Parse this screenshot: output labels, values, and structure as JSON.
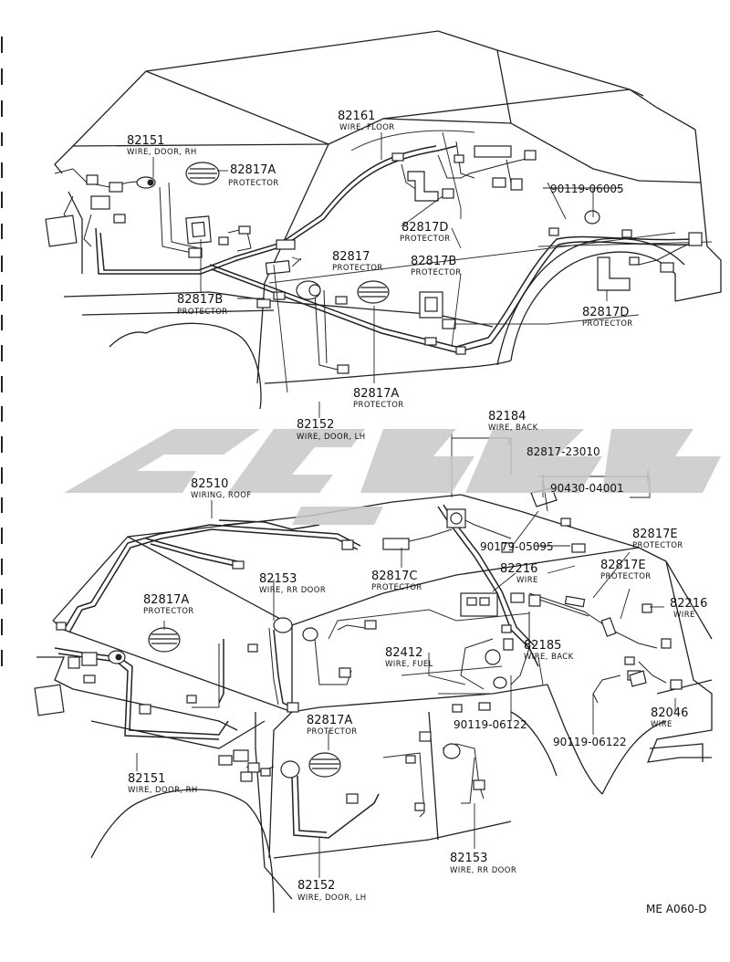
{
  "upper": {
    "p82161": {
      "num": "82161",
      "desc": "WIRE, FLOOR"
    },
    "p82151": {
      "num": "82151",
      "desc": "WIRE, DOOR, RH"
    },
    "p82817A_1": {
      "num": "82817A",
      "desc": "PROTECTOR"
    },
    "p90119_06005": {
      "num": "90119-06005"
    },
    "p82817D_1": {
      "num": "82817D",
      "desc": "PROTECTOR"
    },
    "p82817": {
      "num": "82817",
      "desc": "PROTECTOR"
    },
    "p82817B_1": {
      "num": "82817B",
      "desc": "PROTECTOR"
    },
    "p82817B_2": {
      "num": "82817B",
      "desc": "PROTECTOR"
    },
    "p82817D_2": {
      "num": "82817D",
      "desc": "PROTECTOR"
    },
    "p82817A_2": {
      "num": "82817A",
      "desc": "PROTECTOR"
    },
    "p82152": {
      "num": "82152",
      "desc": "WIRE, DOOR, LH"
    }
  },
  "lower": {
    "p82184": {
      "num": "82184",
      "desc": "WIRE, BACK"
    },
    "p82817_23010": {
      "num": "82817-23010"
    },
    "p90430_04001": {
      "num": "90430-04001"
    },
    "p82510": {
      "num": "82510",
      "desc": "WIRING, ROOF"
    },
    "p90179_05095": {
      "num": "90179-05095"
    },
    "p82817E_1": {
      "num": "82817E",
      "desc": "PROTECTOR"
    },
    "p82817C": {
      "num": "82817C",
      "desc": "PROTECTOR"
    },
    "p82216_1": {
      "num": "82216",
      "desc": "WIRE"
    },
    "p82817E_2": {
      "num": "82817E",
      "desc": "PROTECTOR"
    },
    "p82153_1": {
      "num": "82153",
      "desc": "WIRE, RR DOOR"
    },
    "p82817A_3": {
      "num": "82817A",
      "desc": "PROTECTOR"
    },
    "p82216_2": {
      "num": "82216",
      "desc": "WIRE"
    },
    "p82412": {
      "num": "82412",
      "desc": "WIRE, FUEL"
    },
    "p82185": {
      "num": "82185",
      "desc": "WIRE, BACK"
    },
    "p82817A_4": {
      "num": "82817A",
      "desc": "PROTECTOR"
    },
    "p90119_06122_1": {
      "num": "90119-06122"
    },
    "p90119_06122_2": {
      "num": "90119-06122"
    },
    "p82046": {
      "num": "82046",
      "desc": "WIRE"
    },
    "p82151": {
      "num": "82151",
      "desc": "WIRE, DOOR, RH"
    },
    "p82153_2": {
      "num": "82153",
      "desc": "WIRE, RR DOOR"
    },
    "p82152": {
      "num": "82152",
      "desc": "WIRE, DOOR, LH"
    }
  },
  "figure_code": "ME A060-D",
  "colors": {
    "ink": "#222222",
    "watermark": "#c8c8c8"
  }
}
